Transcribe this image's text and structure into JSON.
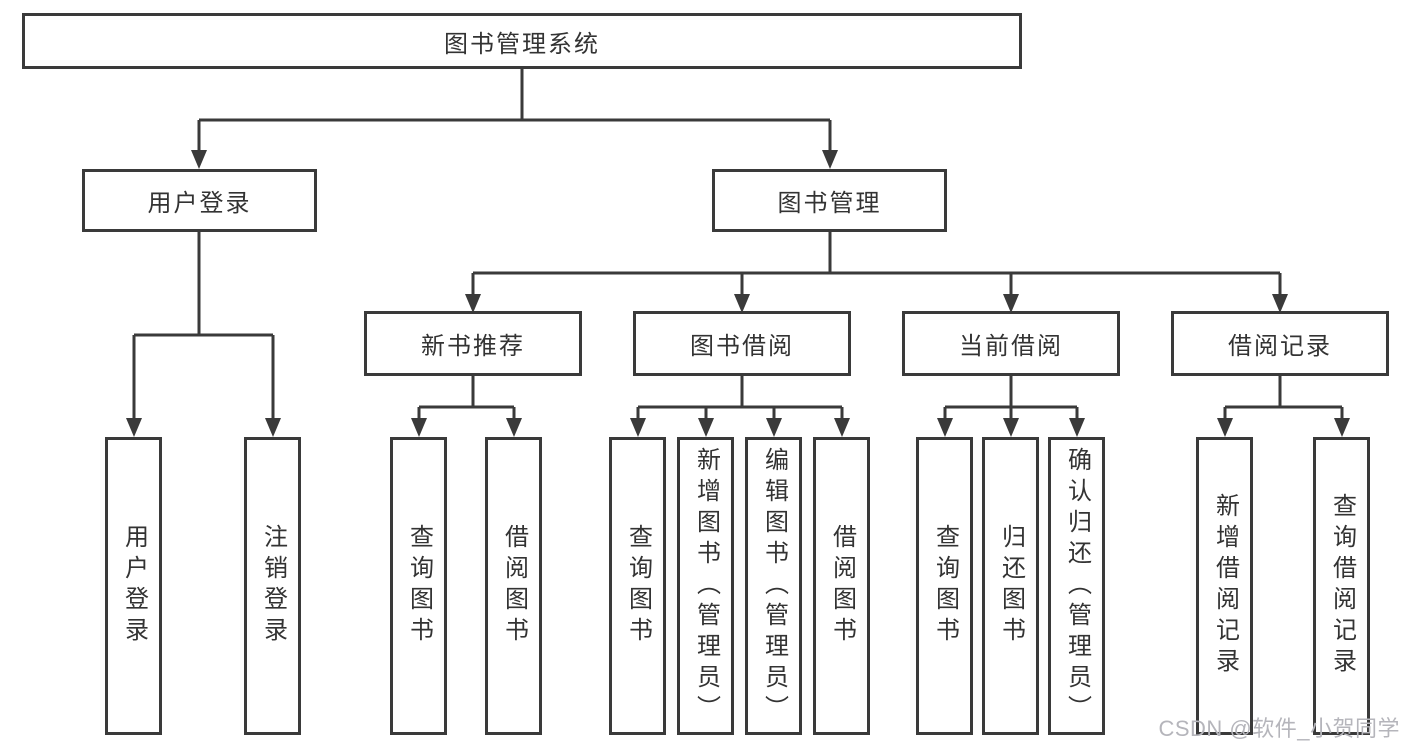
{
  "diagram": {
    "root": {
      "label": "图书管理系统"
    },
    "level2": [
      {
        "label": "用户登录"
      },
      {
        "label": "图书管理"
      }
    ],
    "level3": [
      {
        "label": "新书推荐"
      },
      {
        "label": "图书借阅"
      },
      {
        "label": "当前借阅"
      },
      {
        "label": "借阅记录"
      }
    ],
    "leaves": {
      "login": [
        {
          "label": "用户登录"
        },
        {
          "label": "注销登录"
        }
      ],
      "recommend": [
        {
          "label": "查询图书"
        },
        {
          "label": "借阅图书"
        }
      ],
      "borrow": [
        {
          "label": "查询图书"
        },
        {
          "label": "新增图书（管理员）"
        },
        {
          "label": "编辑图书（管理员）"
        },
        {
          "label": "借阅图书"
        }
      ],
      "current": [
        {
          "label": "查询图书"
        },
        {
          "label": "归还图书"
        },
        {
          "label": "确认归还（管理员）"
        }
      ],
      "records": [
        {
          "label": "新增借阅记录"
        },
        {
          "label": "查询借阅记录"
        }
      ]
    }
  },
  "watermark": {
    "text": "CSDN @软件_小贺同学"
  },
  "colors": {
    "line": "#3a3a3a",
    "text": "#333333",
    "watermark": "#b5b5bb",
    "background": "#ffffff"
  }
}
